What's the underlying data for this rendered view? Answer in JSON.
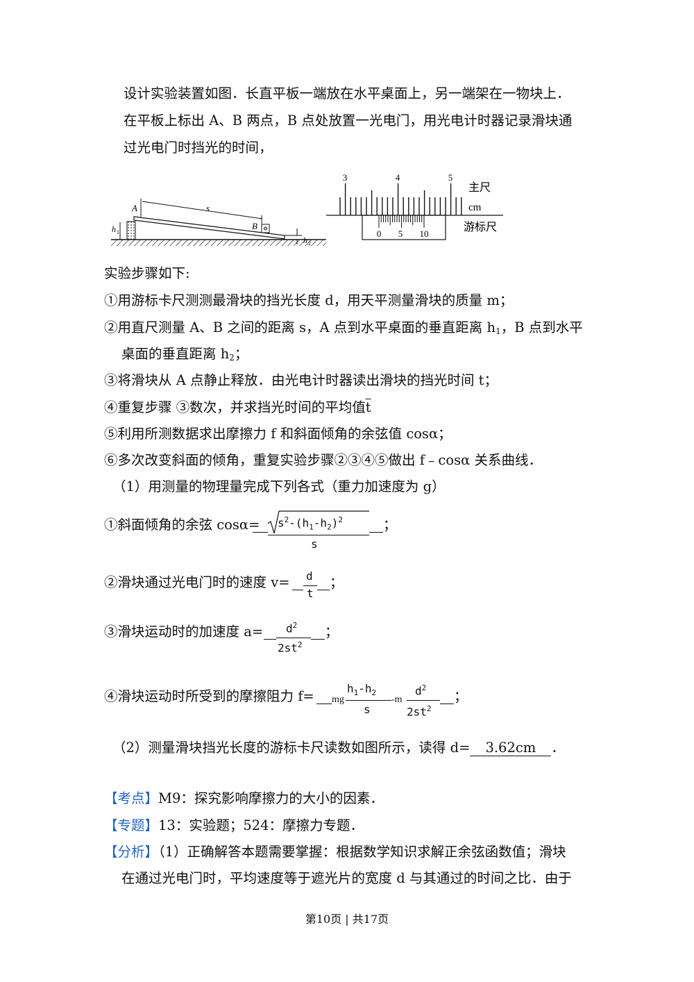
{
  "intro": [
    "设计实验装置如图．长直平板一端放在水平桌面上，另一端架在一物块上．",
    "在平板上标出 A、B 两点，B 点处放置一光电门，用光电计时器记录滑块通",
    "过光电门时挡光的时间，"
  ],
  "fig1": {
    "A": "A",
    "B": "B",
    "s": "s",
    "h1": "h",
    "h1_sub": "1",
    "h2": "h",
    "h2_sub": "2"
  },
  "fig2": {
    "main_ticks": [
      "3",
      "4",
      "5"
    ],
    "vernier_ticks": [
      "0",
      "5",
      "10"
    ],
    "main_label": "主尺",
    "unit": "cm",
    "vernier_label": "游标尺"
  },
  "steps_title": "实验步骤如下:",
  "steps": {
    "s1": "①用游标卡尺测测最滑块的挡光长度 d，用天平测量滑块的质量 m；",
    "s2a": "②用直尺测量 A、B 之间的距离 s，A 点到水平桌面的垂直距离 h",
    "s2a_sub": "1",
    "s2b": "，B 点到水平",
    "s2c": "桌面的垂直距离 h",
    "s2c_sub": "2",
    "s2d": "；",
    "s3": "③将滑块从 A 点静止释放．由光电计时器读出滑块的挡光时间 t；",
    "s4": "④重复步骤 ③数次，并求挡光时间的平均值",
    "s4_t": "t",
    "s5": "⑤利用所测数据求出摩擦力 f 和斜面倾角的余弦值 cosα；",
    "s6": "⑥多次改变斜面的倾角，重复实验步骤②③④⑤做出 f﹣cosα 关系曲线．"
  },
  "q1": "（1）用测量的物理量完成下列各式（重力加速度为 g）",
  "eq1": {
    "label": "①斜面倾角的余弦 cosα=",
    "num": "s",
    "num_sup": "2",
    "num_mid": "-(h",
    "num_sub1": "1",
    "num_dash": "-h",
    "num_sub2": "2",
    "num_close": ")",
    "num_sup2": "2",
    "den": "s",
    "end": "；"
  },
  "eq2": {
    "label": "②滑块通过光电门时的速度 v=",
    "num": "d",
    "den": "t",
    "end": "；"
  },
  "eq3": {
    "label": "③滑块运动时的加速度 a=",
    "num": "d",
    "num_sup": "2",
    "den": "2st",
    "den_sup": "2",
    "end": "；"
  },
  "eq4": {
    "label": "④滑块运动时所受到的摩擦阻力 f=",
    "mg": "mg",
    "num1": "h",
    "sub1": "1",
    "mid1": "-h",
    "sub2": "2",
    "den1": "s",
    "minus": "-m",
    "num2": "d",
    "num2_sup": "2",
    "den2": "2st",
    "den2_sup": "2",
    "end": "；"
  },
  "q2": {
    "text": "（2）测量滑块挡光长度的游标卡尺读数如图所示，读得 d=",
    "answer": "3.62cm",
    "end": "．"
  },
  "kaodian": {
    "tag": "【考点】",
    "text": "M9：探究影响摩擦力的大小的因素．"
  },
  "zhuanti": {
    "tag": "【专题】",
    "text": "13：实验题；524：摩擦力专题．"
  },
  "fenxi": {
    "tag": "【分析】",
    "text1": "（1）正确解答本题需要掌握：根据数学知识求解正余弦函数值；滑块",
    "text2": "在通过光电门时，平均速度等于遮光片的宽度 d 与其通过的时间之比．由于"
  },
  "footer": "第10页 | 共17页"
}
